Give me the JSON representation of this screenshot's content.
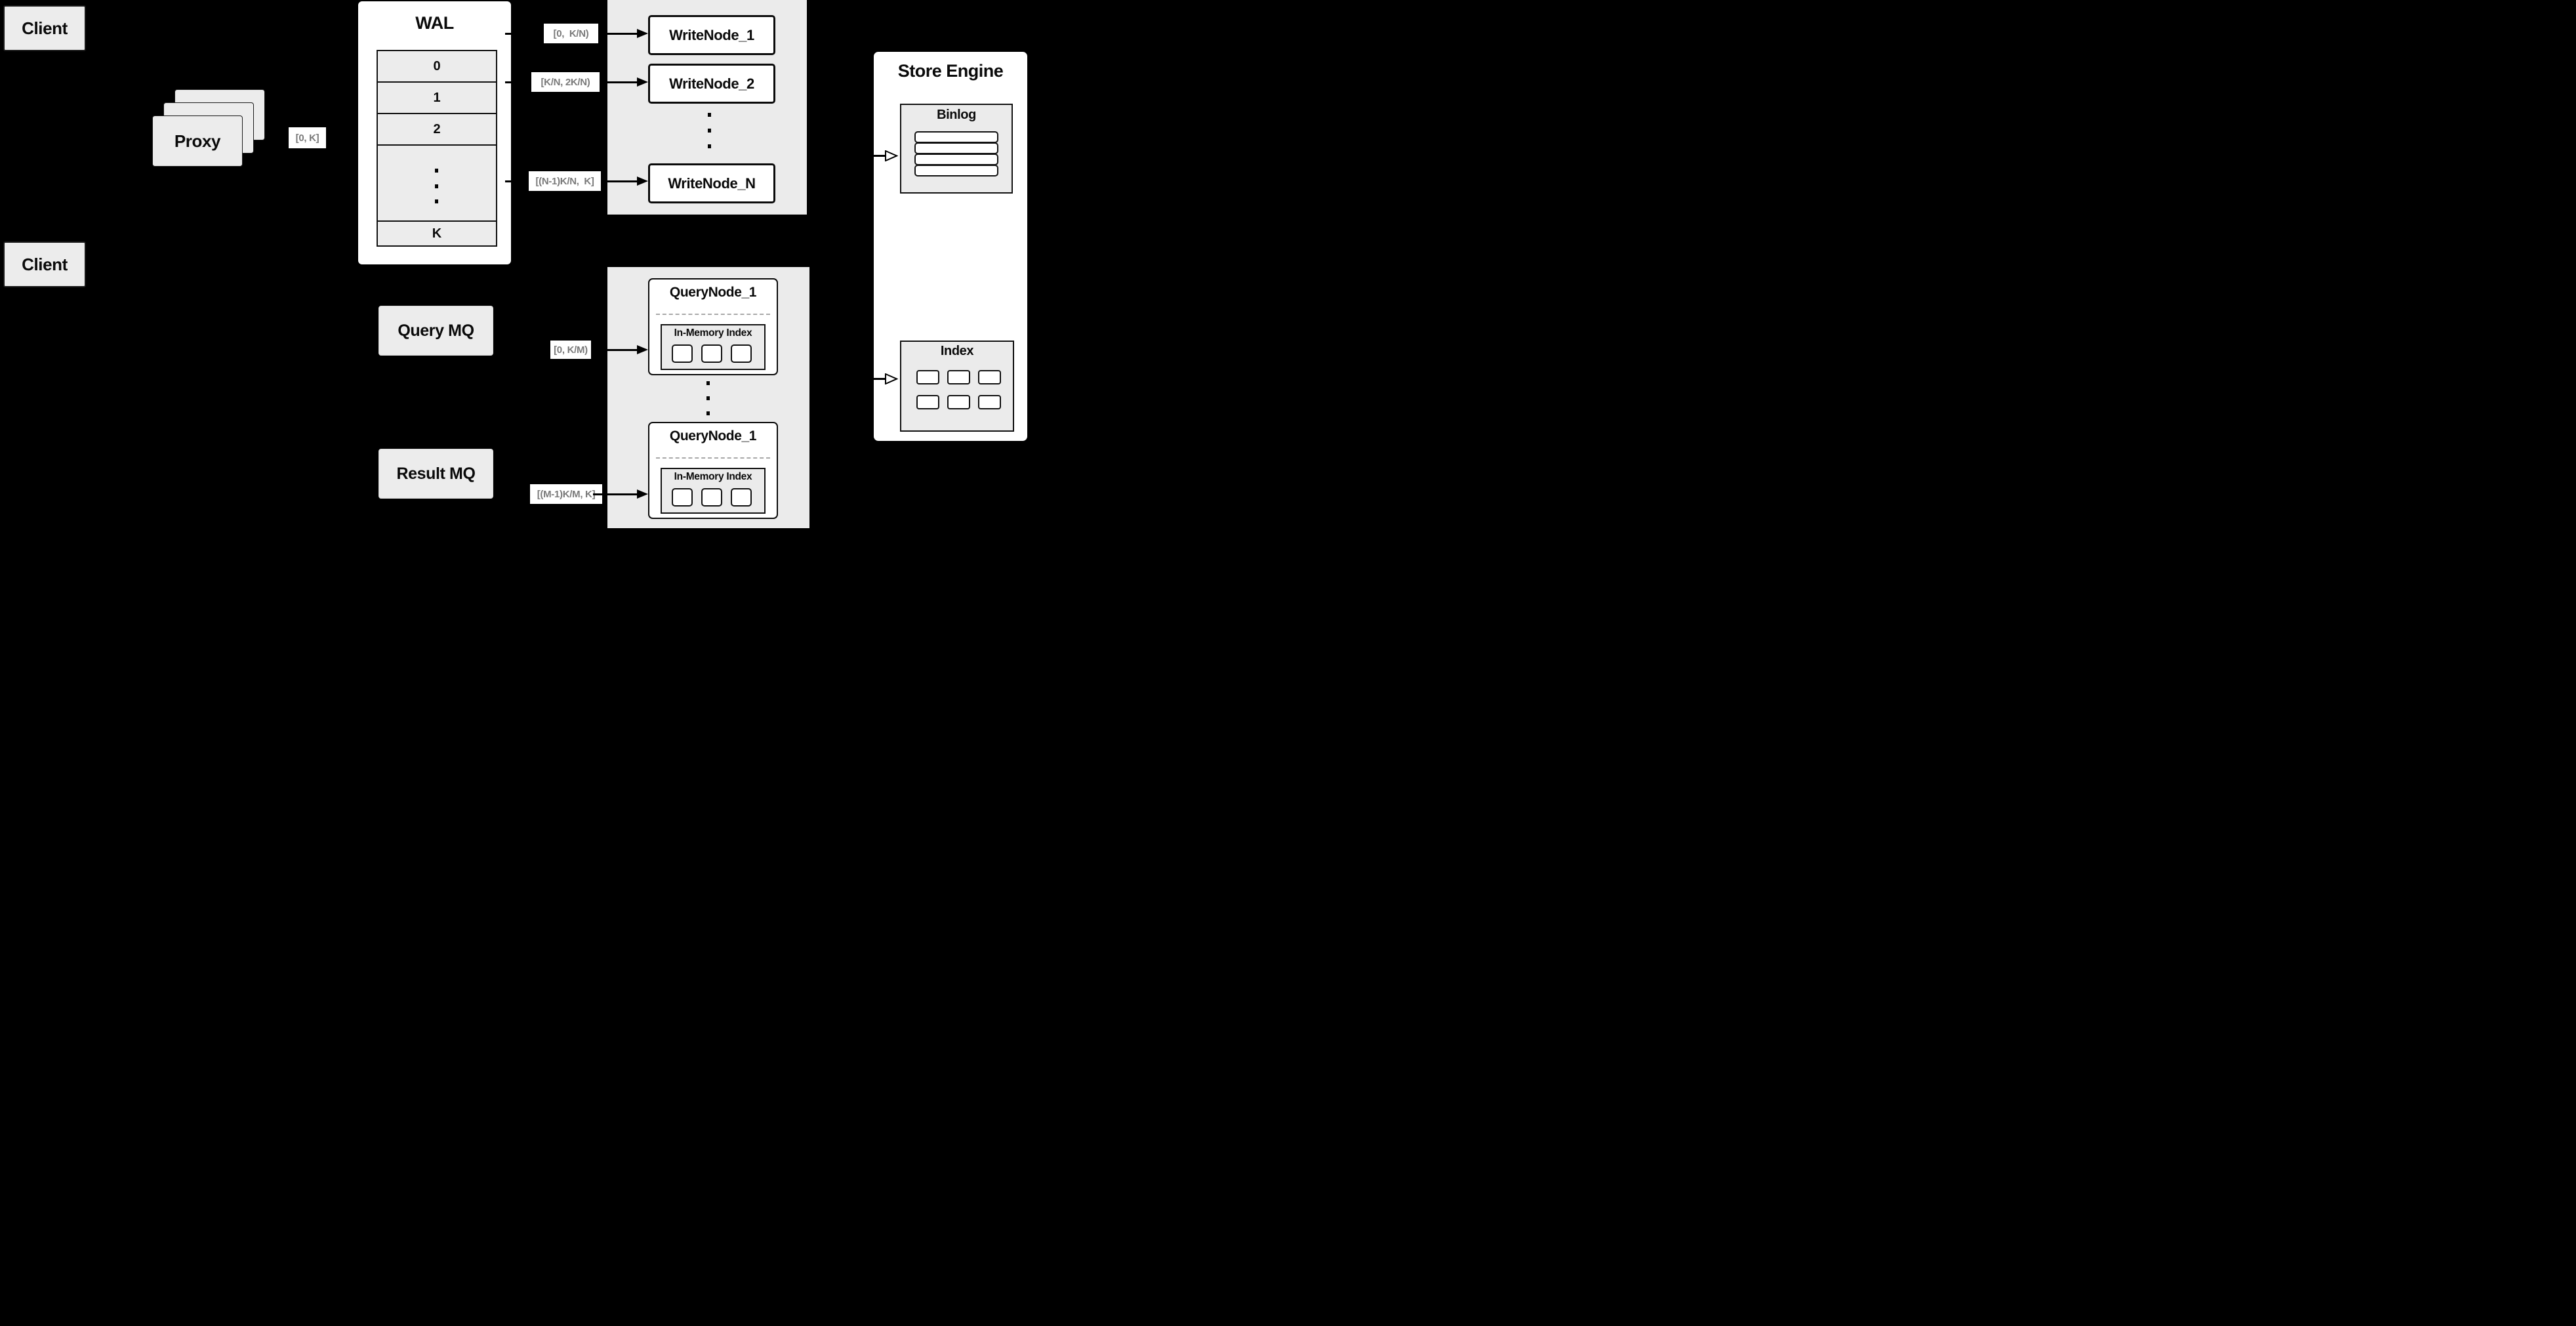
{
  "colors": {
    "background": "#000000",
    "panel_gray": "#ebebeb",
    "box_gray": "#ececec",
    "node_white": "#ffffff",
    "line_black": "#000000",
    "label_text": "#7a7a7a"
  },
  "clients": {
    "top": "Client",
    "bottom": "Client"
  },
  "proxy": {
    "label": "Proxy",
    "range": "[0, K]"
  },
  "wal": {
    "title": "WAL",
    "rows": [
      "0",
      "1",
      "2"
    ],
    "tail_row": "K"
  },
  "write": {
    "nodes": [
      {
        "label": "WriteNode_1",
        "range": "[0,  K/N)"
      },
      {
        "label": "WriteNode_2",
        "range": "[K/N, 2K/N)"
      },
      {
        "label": "WriteNode_N",
        "range": "[(N-1)K/N,  K]"
      }
    ]
  },
  "store": {
    "title": "Store Engine",
    "binlog_title": "Binlog",
    "index_title": "Index"
  },
  "queues": {
    "query": "Query MQ",
    "result": "Result MQ"
  },
  "query": {
    "nodes": [
      {
        "label": "QueryNode_1",
        "inner": "In-Memory Index",
        "range": "[0, K/M)"
      },
      {
        "label": "QueryNode_1",
        "inner": "In-Memory Index",
        "range": "[(M-1)K/M, K]"
      }
    ]
  }
}
